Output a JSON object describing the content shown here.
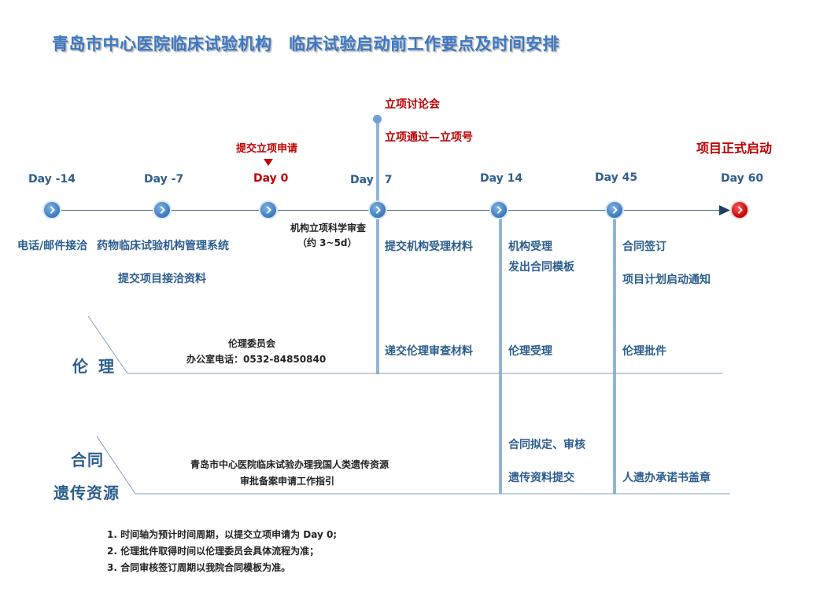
{
  "title": "青岛市中心医院临床试验机构　临床试验启动前工作要点及时间安排",
  "timeline": {
    "days": [
      "Day -14",
      "Day -7",
      "Day 0",
      "Day　7",
      "Day 14",
      "Day 45",
      "Day 60"
    ],
    "submit_label": "提交立项申请",
    "meeting_label": "立项讨论会",
    "approved_label": "立项通过—立项号",
    "start_label": "项目正式启动"
  },
  "phases": {
    "p1_a": "电话/邮件接洽",
    "p1_b": "药物临床试验机构管理系统",
    "p1_c": "提交项目接洽资料",
    "review_a": "机构立项科学审查",
    "review_b": "（约 3~5d）",
    "d7_a": "提交机构受理材料",
    "d14_a": "机构受理",
    "d14_b": "发出合同模板",
    "d45_a": "合同签订",
    "d45_b": "项目计划启动通知"
  },
  "ethics": {
    "section": "伦 理",
    "committee": "伦理委员会",
    "phone": "办公室电话：0532-84850840",
    "d7": "递交伦理审查材料",
    "d14": "伦理受理",
    "d45": "伦理批件"
  },
  "contract": {
    "section_a": "合同",
    "section_b": "遗传资源",
    "guide_a": "青岛市中心医院临床试验办理我国人类遗传资源",
    "guide_b": "审批备案申请工作指引",
    "d14_a": "合同拟定、审核",
    "d14_b": "遗传资料提交",
    "d45": "人遗办承诺书盖章"
  },
  "notes": [
    "1.  时间轴为预计时间周期，以提交立项申请为 Day 0;",
    "2.  伦理批件取得时间以伦理委员会具体流程为准；",
    "3.  合同审核签订周期以我院合同模板为准。"
  ],
  "colors": {
    "accent": "#3d78c5",
    "highlight": "#c00000",
    "line": "#93b4d6"
  }
}
